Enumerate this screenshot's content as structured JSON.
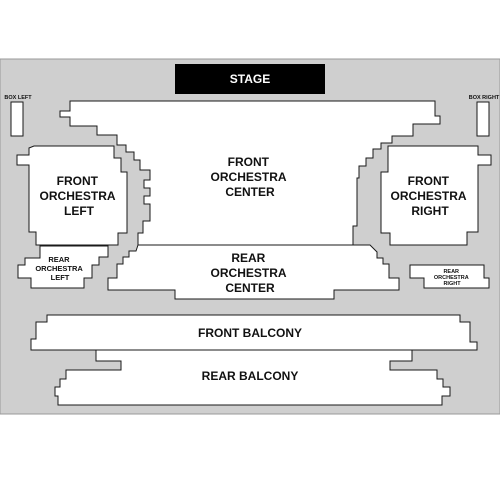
{
  "colors": {
    "page": "#ffffff",
    "venue_floor": "#cfcfcf",
    "section_fill": "#ffffff",
    "section_outline": "#1a1a1a",
    "stage": "#000000",
    "stage_text": "#ffffff"
  },
  "stage": {
    "label": "STAGE"
  },
  "boxes": {
    "left": {
      "label": "BOX LEFT"
    },
    "right": {
      "label": "BOX RIGHT"
    }
  },
  "sections": {
    "front_orchestra_center": {
      "lines": [
        "FRONT",
        "ORCHESTRA",
        "CENTER"
      ]
    },
    "front_orchestra_left": {
      "lines": [
        "FRONT",
        "ORCHESTRA",
        "LEFT"
      ]
    },
    "front_orchestra_right": {
      "lines": [
        "FRONT",
        "ORCHESTRA",
        "RIGHT"
      ]
    },
    "rear_orchestra_center": {
      "lines": [
        "REAR",
        "ORCHESTRA",
        "CENTER"
      ]
    },
    "rear_orchestra_left": {
      "lines": [
        "REAR",
        "ORCHESTRA",
        "LEFT"
      ]
    },
    "rear_orchestra_right": {
      "lines": [
        "REAR",
        "ORCHESTRA",
        "RIGHT"
      ]
    },
    "front_balcony": {
      "lines": [
        "FRONT BALCONY"
      ]
    },
    "rear_balcony": {
      "lines": [
        "REAR BALCONY"
      ]
    }
  }
}
